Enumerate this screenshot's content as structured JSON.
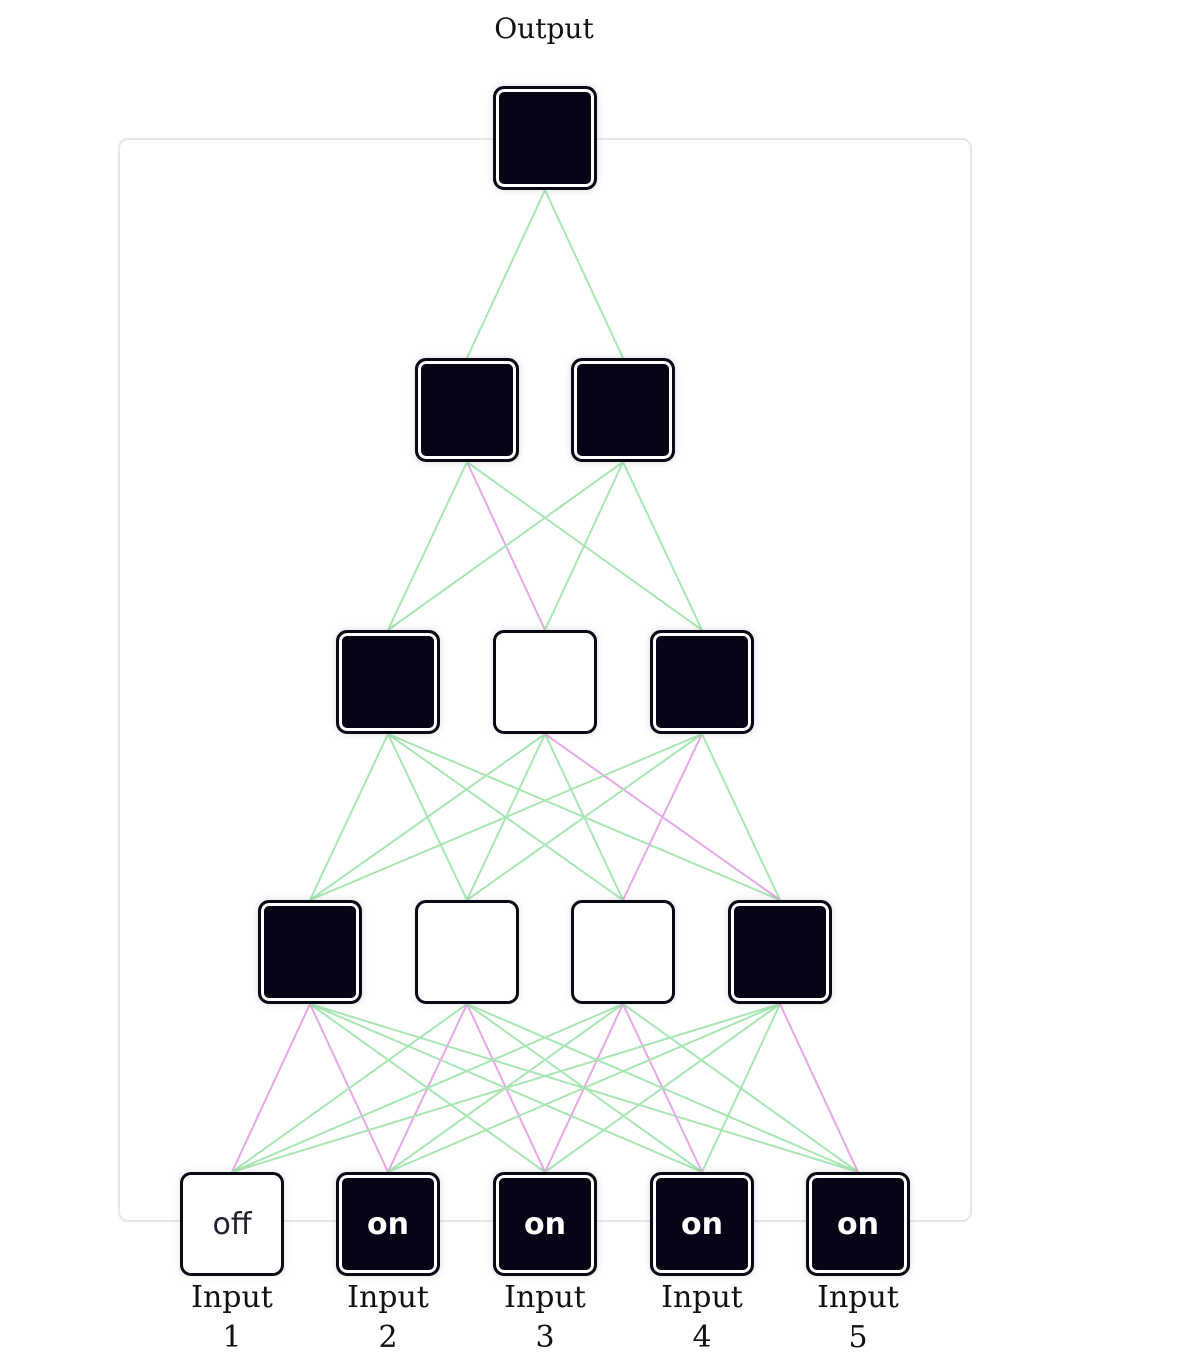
{
  "title": "Output",
  "colors": {
    "node_on": "#050515",
    "node_off": "#ffffff",
    "edge_positive": "#a8e6b4",
    "edge_negative": "#e6a8e6",
    "frame": "#e6e6e6"
  },
  "layers": [
    {
      "name": "output",
      "nodes": [
        {
          "state": "on",
          "text": ""
        }
      ]
    },
    {
      "name": "hidden-4",
      "nodes": [
        {
          "state": "on",
          "text": ""
        },
        {
          "state": "on",
          "text": ""
        }
      ]
    },
    {
      "name": "hidden-3",
      "nodes": [
        {
          "state": "on",
          "text": ""
        },
        {
          "state": "off",
          "text": ""
        },
        {
          "state": "on",
          "text": ""
        }
      ]
    },
    {
      "name": "hidden-2",
      "nodes": [
        {
          "state": "on",
          "text": ""
        },
        {
          "state": "off",
          "text": ""
        },
        {
          "state": "off",
          "text": ""
        },
        {
          "state": "on",
          "text": ""
        }
      ]
    },
    {
      "name": "inputs",
      "nodes": [
        {
          "state": "off",
          "text": "off",
          "label_line1": "Input",
          "label_line2": "1"
        },
        {
          "state": "on",
          "text": "on",
          "label_line1": "Input",
          "label_line2": "2"
        },
        {
          "state": "on",
          "text": "on",
          "label_line1": "Input",
          "label_line2": "3"
        },
        {
          "state": "on",
          "text": "on",
          "label_line1": "Input",
          "label_line2": "4"
        },
        {
          "state": "on",
          "text": "on",
          "label_line1": "Input",
          "label_line2": "5"
        }
      ]
    }
  ],
  "edges": [
    {
      "from": [
        1,
        0
      ],
      "to": [
        0,
        0
      ],
      "sign": "positive"
    },
    {
      "from": [
        1,
        1
      ],
      "to": [
        0,
        0
      ],
      "sign": "positive"
    },
    {
      "from": [
        2,
        0
      ],
      "to": [
        1,
        0
      ],
      "sign": "positive"
    },
    {
      "from": [
        2,
        1
      ],
      "to": [
        1,
        0
      ],
      "sign": "negative"
    },
    {
      "from": [
        2,
        2
      ],
      "to": [
        1,
        0
      ],
      "sign": "positive"
    },
    {
      "from": [
        2,
        0
      ],
      "to": [
        1,
        1
      ],
      "sign": "positive"
    },
    {
      "from": [
        2,
        1
      ],
      "to": [
        1,
        1
      ],
      "sign": "positive"
    },
    {
      "from": [
        2,
        2
      ],
      "to": [
        1,
        1
      ],
      "sign": "positive"
    },
    {
      "from": [
        3,
        0
      ],
      "to": [
        2,
        0
      ],
      "sign": "positive"
    },
    {
      "from": [
        3,
        1
      ],
      "to": [
        2,
        0
      ],
      "sign": "positive"
    },
    {
      "from": [
        3,
        2
      ],
      "to": [
        2,
        0
      ],
      "sign": "positive"
    },
    {
      "from": [
        3,
        3
      ],
      "to": [
        2,
        0
      ],
      "sign": "positive"
    },
    {
      "from": [
        3,
        0
      ],
      "to": [
        2,
        1
      ],
      "sign": "positive"
    },
    {
      "from": [
        3,
        1
      ],
      "to": [
        2,
        1
      ],
      "sign": "positive"
    },
    {
      "from": [
        3,
        2
      ],
      "to": [
        2,
        1
      ],
      "sign": "positive"
    },
    {
      "from": [
        3,
        3
      ],
      "to": [
        2,
        1
      ],
      "sign": "negative"
    },
    {
      "from": [
        3,
        0
      ],
      "to": [
        2,
        2
      ],
      "sign": "positive"
    },
    {
      "from": [
        3,
        1
      ],
      "to": [
        2,
        2
      ],
      "sign": "positive"
    },
    {
      "from": [
        3,
        2
      ],
      "to": [
        2,
        2
      ],
      "sign": "negative"
    },
    {
      "from": [
        3,
        3
      ],
      "to": [
        2,
        2
      ],
      "sign": "positive"
    },
    {
      "from": [
        4,
        0
      ],
      "to": [
        3,
        0
      ],
      "sign": "negative"
    },
    {
      "from": [
        4,
        1
      ],
      "to": [
        3,
        0
      ],
      "sign": "negative"
    },
    {
      "from": [
        4,
        2
      ],
      "to": [
        3,
        0
      ],
      "sign": "positive"
    },
    {
      "from": [
        4,
        3
      ],
      "to": [
        3,
        0
      ],
      "sign": "positive"
    },
    {
      "from": [
        4,
        4
      ],
      "to": [
        3,
        0
      ],
      "sign": "positive"
    },
    {
      "from": [
        4,
        0
      ],
      "to": [
        3,
        1
      ],
      "sign": "positive"
    },
    {
      "from": [
        4,
        1
      ],
      "to": [
        3,
        1
      ],
      "sign": "negative"
    },
    {
      "from": [
        4,
        2
      ],
      "to": [
        3,
        1
      ],
      "sign": "negative"
    },
    {
      "from": [
        4,
        3
      ],
      "to": [
        3,
        1
      ],
      "sign": "positive"
    },
    {
      "from": [
        4,
        4
      ],
      "to": [
        3,
        1
      ],
      "sign": "positive"
    },
    {
      "from": [
        4,
        0
      ],
      "to": [
        3,
        2
      ],
      "sign": "positive"
    },
    {
      "from": [
        4,
        1
      ],
      "to": [
        3,
        2
      ],
      "sign": "positive"
    },
    {
      "from": [
        4,
        2
      ],
      "to": [
        3,
        2
      ],
      "sign": "negative"
    },
    {
      "from": [
        4,
        3
      ],
      "to": [
        3,
        2
      ],
      "sign": "negative"
    },
    {
      "from": [
        4,
        4
      ],
      "to": [
        3,
        2
      ],
      "sign": "positive"
    },
    {
      "from": [
        4,
        0
      ],
      "to": [
        3,
        3
      ],
      "sign": "positive"
    },
    {
      "from": [
        4,
        1
      ],
      "to": [
        3,
        3
      ],
      "sign": "positive"
    },
    {
      "from": [
        4,
        2
      ],
      "to": [
        3,
        3
      ],
      "sign": "positive"
    },
    {
      "from": [
        4,
        3
      ],
      "to": [
        3,
        3
      ],
      "sign": "positive"
    },
    {
      "from": [
        4,
        4
      ],
      "to": [
        3,
        3
      ],
      "sign": "negative"
    }
  ]
}
